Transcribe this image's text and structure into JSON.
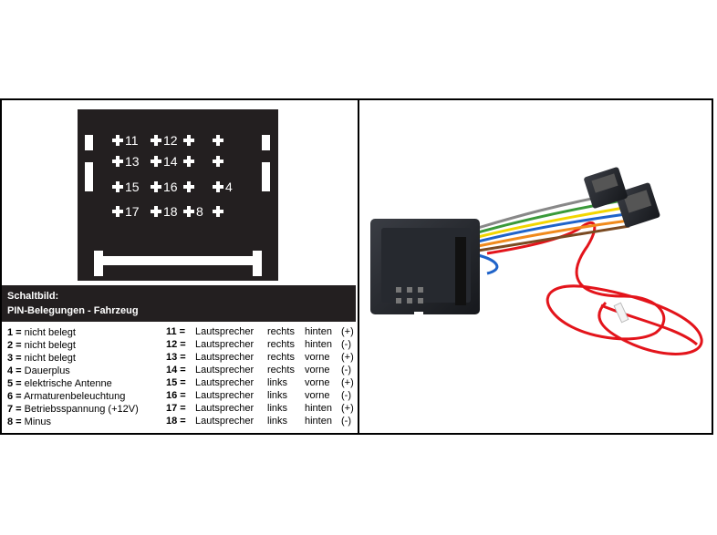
{
  "diagram": {
    "pin_labels": {
      "p11": "11",
      "p12": "12",
      "p13": "13",
      "p14": "14",
      "p15": "15",
      "p16": "16",
      "p4": "4",
      "p17": "17",
      "p18": "18",
      "p8": "8"
    },
    "caption_title": "Schaltbild:",
    "caption_subtitle": "PIN-Belegungen - Fahrzeug",
    "left_list": [
      {
        "num": "1 =",
        "text": "nicht belegt"
      },
      {
        "num": "2 =",
        "text": "nicht belegt"
      },
      {
        "num": "3 =",
        "text": "nicht belegt"
      },
      {
        "num": "4 =",
        "text": "Dauerplus"
      },
      {
        "num": "5 =",
        "text": "elektrische Antenne"
      },
      {
        "num": "6 =",
        "text": "Armaturenbeleuchtung"
      },
      {
        "num": "7 =",
        "text": "Betriebsspannung (+12V)"
      },
      {
        "num": "8 =",
        "text": "Minus"
      }
    ],
    "right_list": [
      {
        "num": "11 =",
        "type": "Lautsprecher",
        "side": "rechts",
        "pos": "hinten",
        "pol": "(+)"
      },
      {
        "num": "12 =",
        "type": "Lautsprecher",
        "side": "rechts",
        "pos": "hinten",
        "pol": "(-)"
      },
      {
        "num": "13 =",
        "type": "Lautsprecher",
        "side": "rechts",
        "pos": "vorne",
        "pol": "(+)"
      },
      {
        "num": "14 =",
        "type": "Lautsprecher",
        "side": "rechts",
        "pos": "vorne",
        "pol": "(-)"
      },
      {
        "num": "15 =",
        "type": "Lautsprecher",
        "side": "links",
        "pos": "vorne",
        "pol": "(+)"
      },
      {
        "num": "16 =",
        "type": "Lautsprecher",
        "side": "links",
        "pos": "vorne",
        "pol": "(-)"
      },
      {
        "num": "17 =",
        "type": "Lautsprecher",
        "side": "links",
        "pos": "hinten",
        "pol": "(+)"
      },
      {
        "num": "18 =",
        "type": "Lautsprecher",
        "side": "links",
        "pos": "hinten",
        "pol": "(-)"
      }
    ],
    "colors": {
      "panel": "#231f20",
      "wire_red": "#e3141b",
      "wire_yellow": "#f2d600",
      "wire_blue": "#1f63c9",
      "wire_green": "#3a9a3a",
      "wire_orange": "#f08a1c",
      "wire_brown": "#7a4a22"
    }
  }
}
